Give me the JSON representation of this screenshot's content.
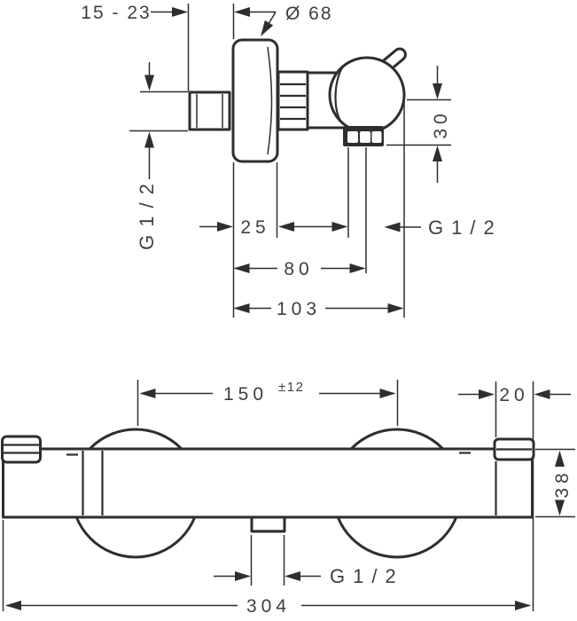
{
  "colors": {
    "line": "#2e2e2e",
    "text": "#3f3f3f",
    "background": "#ffffff"
  },
  "top_view": {
    "labels": {
      "wall_depth_range": "15 - 23",
      "escutcheon_diameter": "Ø 68",
      "inlet_thread_left": "G1/2",
      "escutcheon_depth": "25",
      "outlet_offset": "80",
      "total_projection": "103",
      "outlet_drop": "30",
      "outlet_thread_right": "G1/2"
    }
  },
  "front_view": {
    "labels": {
      "connection_spacing": "150",
      "connection_tolerance": "±12",
      "end_cap_width": "20",
      "body_height": "38",
      "outlet_thread_bottom": "G1/2",
      "total_width": "304"
    }
  }
}
